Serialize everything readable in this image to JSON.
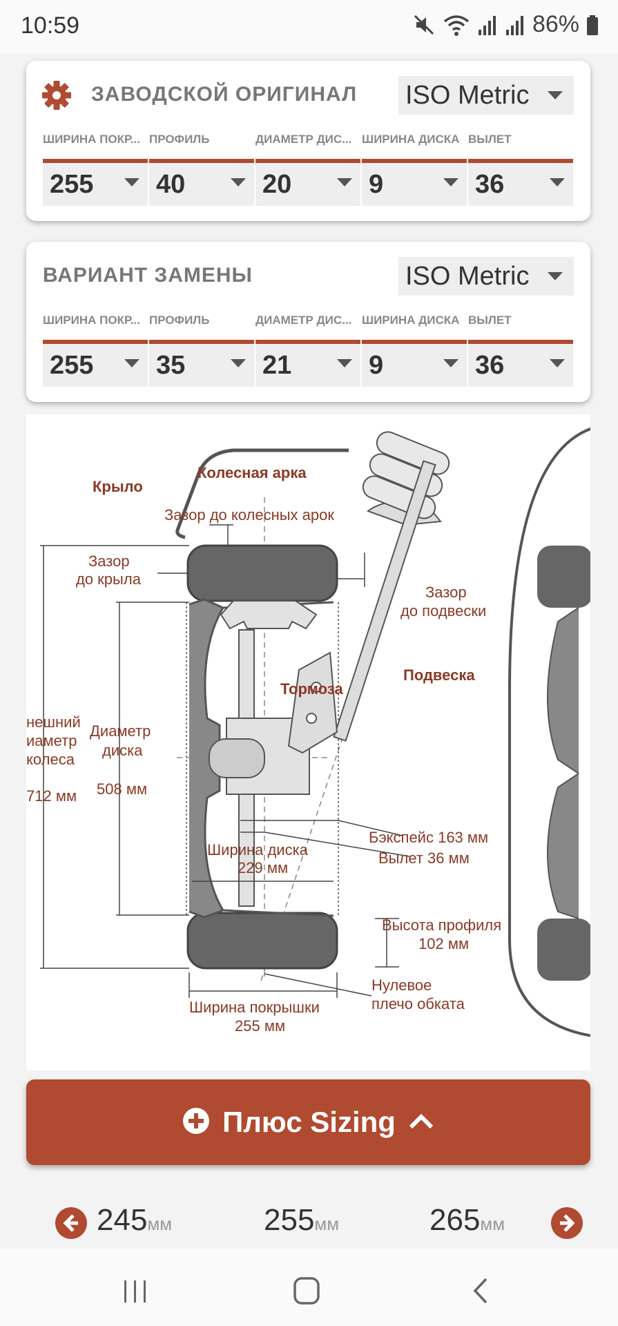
{
  "status_bar": {
    "time": "10:59",
    "battery": "86%",
    "icons": [
      "mute-icon",
      "wifi-icon",
      "signal-icon",
      "signal-r-icon",
      "battery-icon"
    ]
  },
  "factory_card": {
    "title": "ЗАВОДСКОЙ ОРИГИНАЛ",
    "unit_system": "ISO Metric",
    "fields": [
      {
        "label": "ШИРИНА ПОКР...",
        "value": "255"
      },
      {
        "label": "ПРОФИЛЬ",
        "value": "40"
      },
      {
        "label": "ДИАМЕТР ДИС...",
        "value": "20"
      },
      {
        "label": "ШИРИНА ДИСКА",
        "value": "9"
      },
      {
        "label": "ВЫЛЕТ",
        "value": "36"
      }
    ]
  },
  "replacement_card": {
    "title": "ВАРИАНТ ЗАМЕНЫ",
    "unit_system": "ISO Metric",
    "fields": [
      {
        "label": "ШИРИНА ПОКР...",
        "value": "255"
      },
      {
        "label": "ПРОФИЛЬ",
        "value": "35"
      },
      {
        "label": "ДИАМЕТР ДИС...",
        "value": "21"
      },
      {
        "label": "ШИРИНА ДИСКА",
        "value": "9"
      },
      {
        "label": "ВЫЛЕТ",
        "value": "36"
      }
    ]
  },
  "diagram": {
    "fender": "Крыло",
    "wheel_arch": "Колесная арка",
    "arch_clearance": "Зазор до колесных арок",
    "fender_clearance_1": "Зазор",
    "fender_clearance_2": "до крыла",
    "suspension_clearance_1": "Зазор",
    "suspension_clearance_2": "до подвески",
    "suspension": "Подвеска",
    "brakes": "Тормоза",
    "outer_diameter_1": "нешний",
    "outer_diameter_2": "иаметр",
    "outer_diameter_3": "колеса",
    "outer_diameter_value": "712 мм",
    "rim_diameter_1": "Диаметр",
    "rim_diameter_2": "диска",
    "rim_diameter_value": "508 мм",
    "backspace": "Бэкспейс 163 мм",
    "offset": "Вылет 36 мм",
    "rim_width_1": "Ширина диска",
    "rim_width_2": "229 мм",
    "sidewall_1": "Высота профиля",
    "sidewall_2": "102 мм",
    "scrub_1": "Нулевое",
    "scrub_2": "плечо обката",
    "tire_width_1": "Ширина покрышки",
    "tire_width_2": "255 мм"
  },
  "plus_sizing": {
    "label": "Плюс Sizing"
  },
  "size_strip": {
    "sizes": [
      {
        "value": "245",
        "unit": "мм"
      },
      {
        "value": "255",
        "unit": "мм"
      },
      {
        "value": "265",
        "unit": "мм"
      }
    ]
  },
  "colors": {
    "accent": "#b04a30",
    "label_brown": "#8a3a24"
  }
}
